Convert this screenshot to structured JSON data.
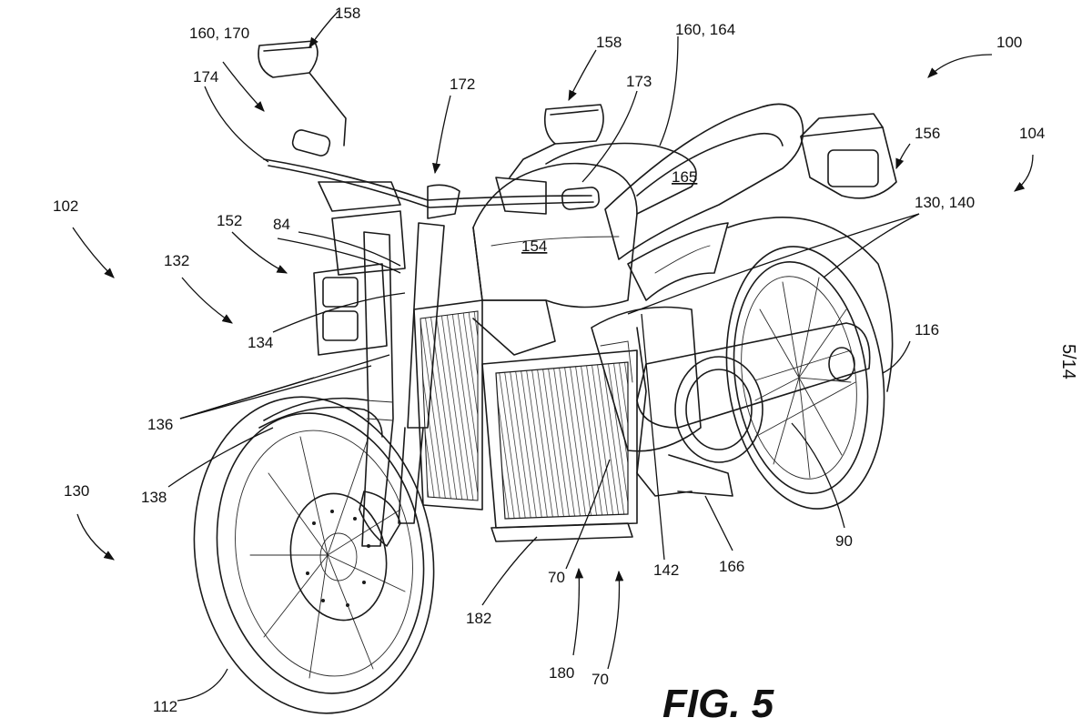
{
  "figure": {
    "label": "FIG. 5",
    "sheet": "5/14"
  },
  "callouts": {
    "n100": "100",
    "n102": "102",
    "n104": "104",
    "n112": "112",
    "n116": "116",
    "n130a": "130",
    "n130_140": "130, 140",
    "n132": "132",
    "n134": "134",
    "n136": "136",
    "n138": "138",
    "n142": "142",
    "n152": "152",
    "n154": "154",
    "n156": "156",
    "n158a": "158",
    "n158b": "158",
    "n160_170": "160, 170",
    "n160_164": "160, 164",
    "n165": "165",
    "n166": "166",
    "n172": "172",
    "n173": "173",
    "n174": "174",
    "n180": "180",
    "n182": "182",
    "n70a": "70",
    "n70b": "70",
    "n84": "84",
    "n90": "90"
  }
}
